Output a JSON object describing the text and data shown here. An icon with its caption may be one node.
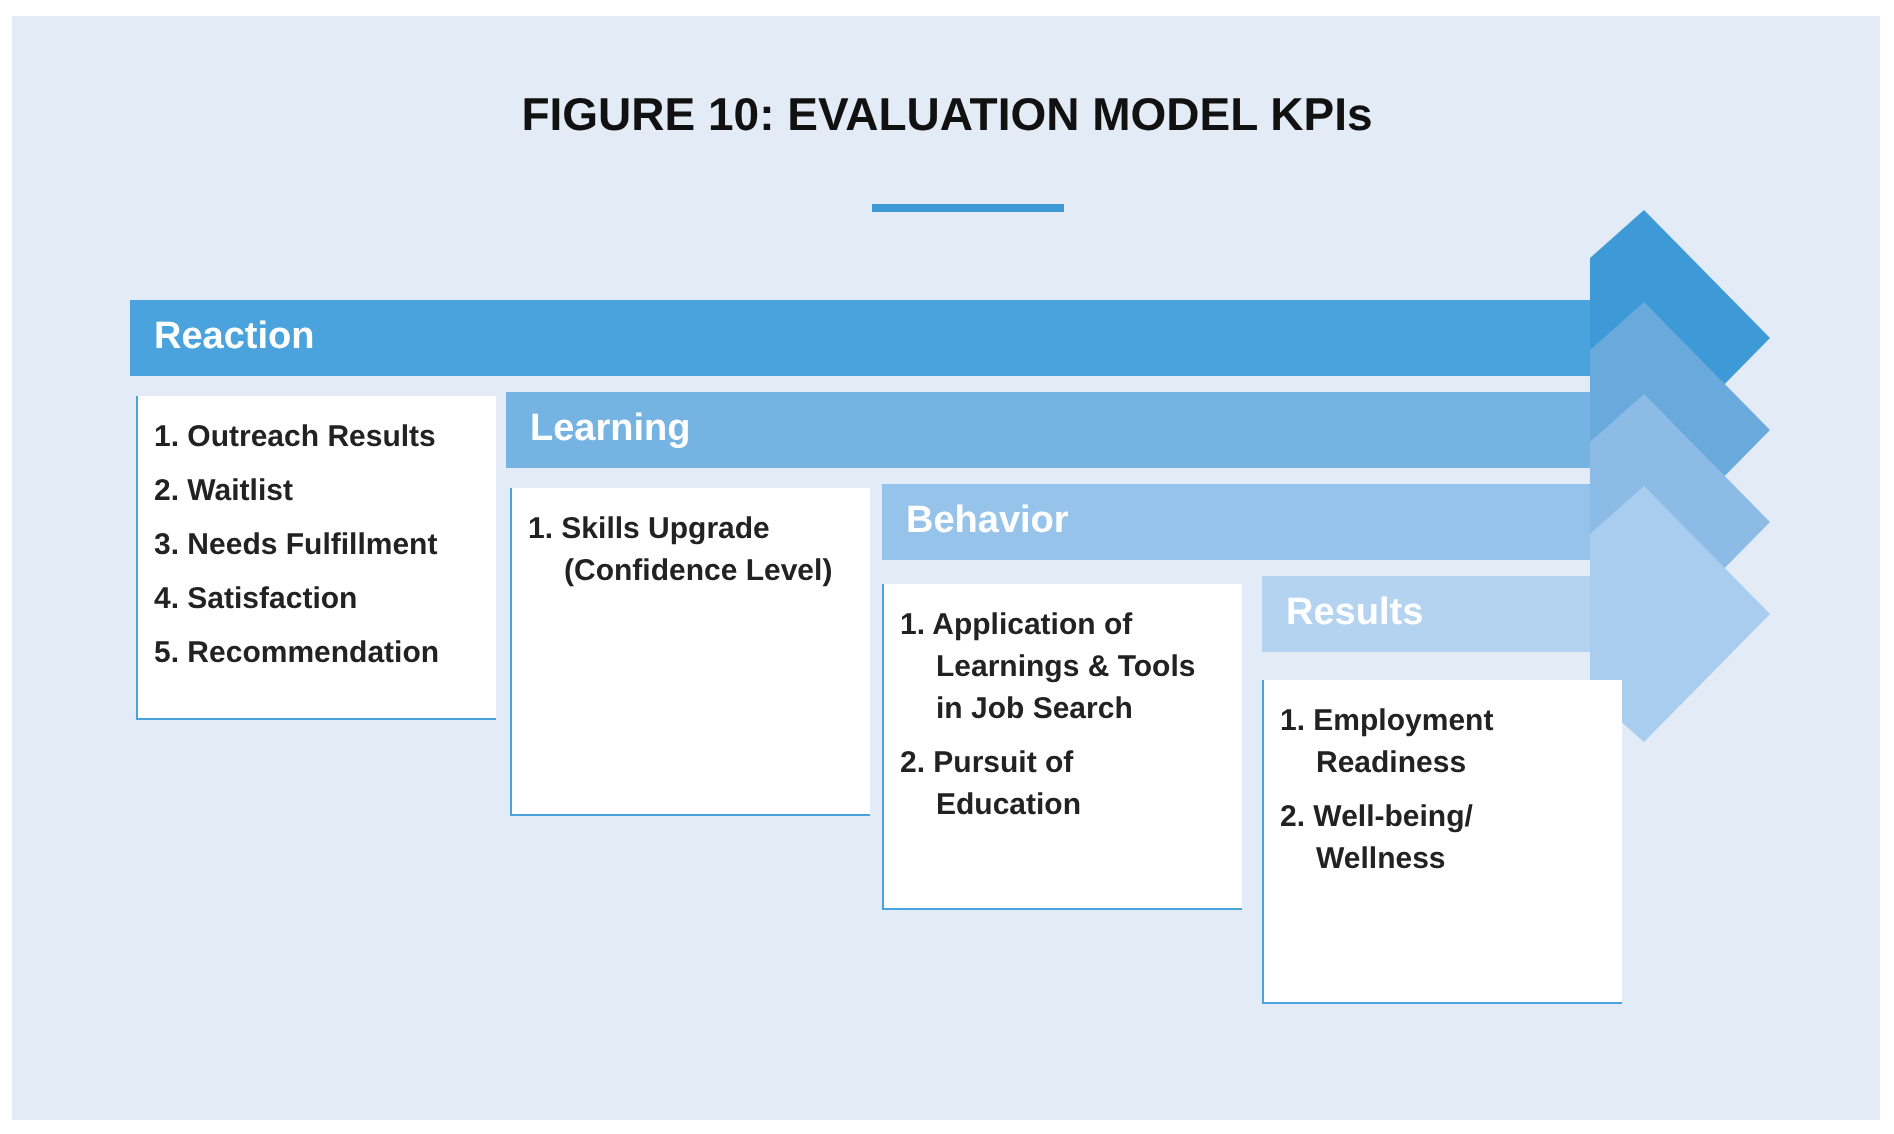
{
  "diagram": {
    "title": "FIGURE 10: EVALUATION MODEL KPIs",
    "nodes": [
      {
        "text": [
          "Reaction"
        ]
      },
      {
        "text": [
          "1. Outreach Results",
          "2. Waitlist",
          "3. Needs Fulfillment",
          "4. Satisfaction",
          "5. Recommendation"
        ]
      },
      {
        "text": [
          "Learning"
        ]
      },
      {
        "text": [
          "1. Skills Upgrade (Confidence Level)"
        ]
      },
      {
        "text": [
          "Behavior"
        ]
      },
      {
        "text": [
          "1. Application of Learnings & Tools in Job Search",
          "2. Pursuit of Education"
        ]
      },
      {
        "text": [
          "Results"
        ]
      },
      {
        "text": [
          "1. Employment Readiness",
          "2. Well-being/ Wellness"
        ]
      }
    ]
  }
}
